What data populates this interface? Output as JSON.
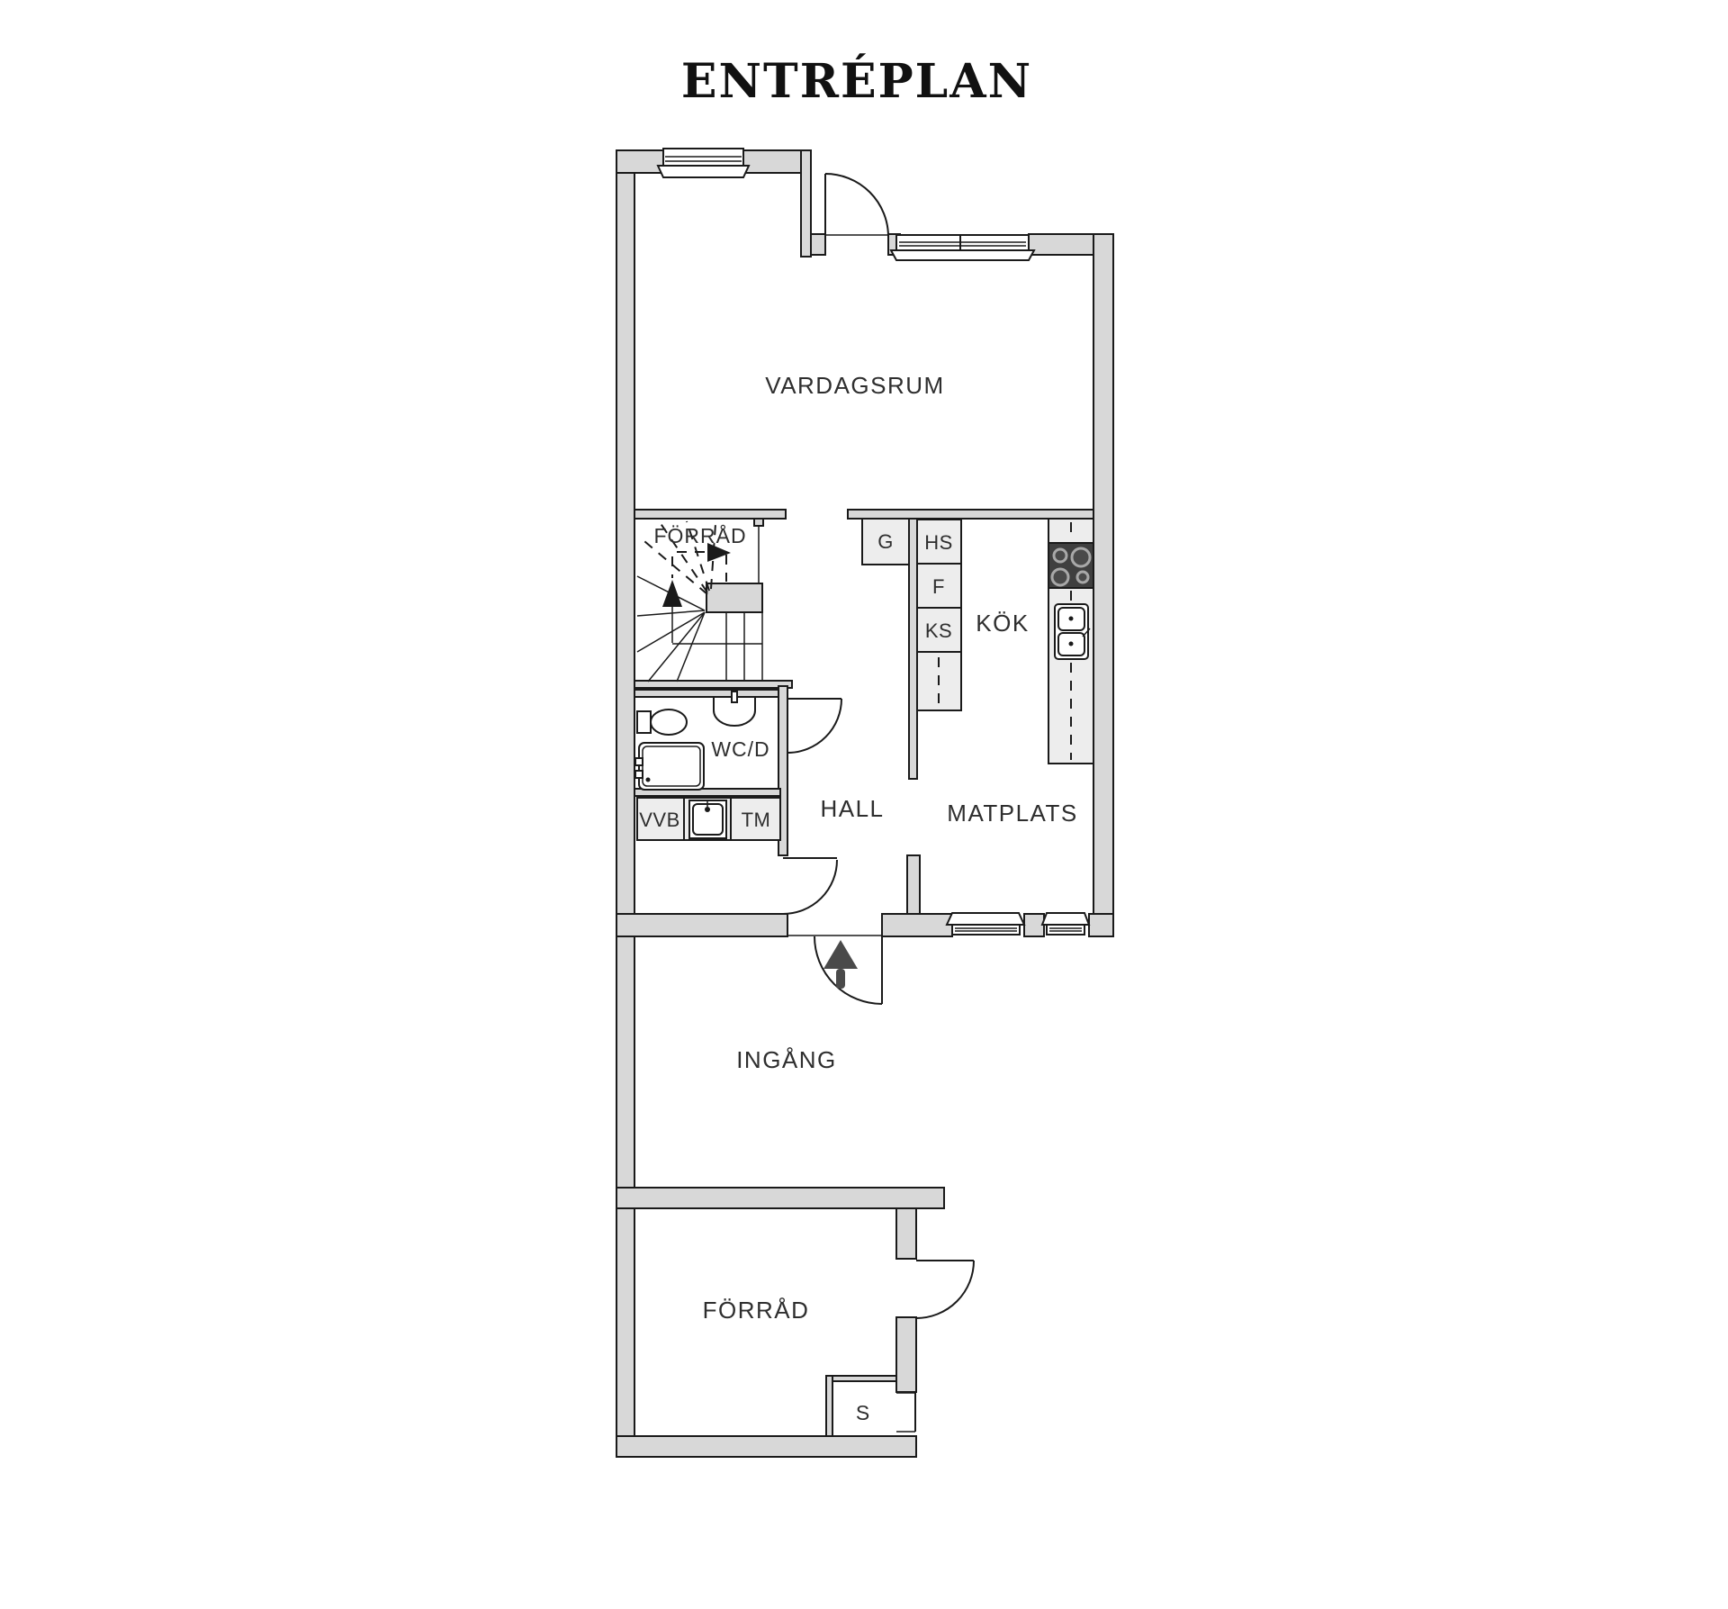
{
  "title": "ENTRÉPLAN",
  "rooms": {
    "living": "VARDAGSRUM",
    "kitchen": "KÖK",
    "dining": "MATPLATS",
    "hall": "HALL",
    "wc": "WC/D",
    "storage_upper": "FÖRRÅD",
    "entrance": "INGÅNG",
    "storage_lower": "FÖRRÅD",
    "storage_s": "S"
  },
  "fixtures": {
    "g": "G",
    "hs": "HS",
    "f": "F",
    "ks": "KS",
    "vvb": "VVB",
    "tm": "TM"
  },
  "colors": {
    "wall_fill": "#d8d8d8",
    "outline": "#1a1a1a",
    "cabinet_fill": "#ededed",
    "stove_fill": "#3f3f3f",
    "label_text": "#2e2e2e",
    "entry_arrow": "#4a4a4a",
    "background": "#ffffff"
  }
}
